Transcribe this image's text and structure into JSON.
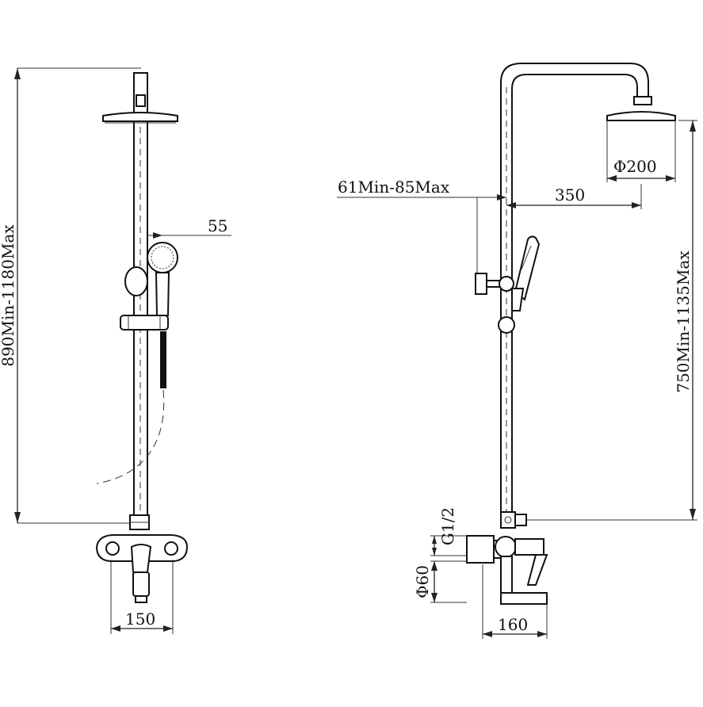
{
  "front_view": {
    "height_range_label": "890Min-1180Max",
    "handshower_offset_label": "55",
    "mixer_width_label": "150"
  },
  "side_view": {
    "showerhead_diameter_label": "Φ200",
    "arm_projection_label": "350",
    "wall_offset_label": "61Min-85Max",
    "height_range_label": "750Min-1135Max",
    "inlet_thread_label": "G1/2",
    "escutcheon_diameter_label": "Φ60",
    "mixer_depth_label": "160"
  }
}
